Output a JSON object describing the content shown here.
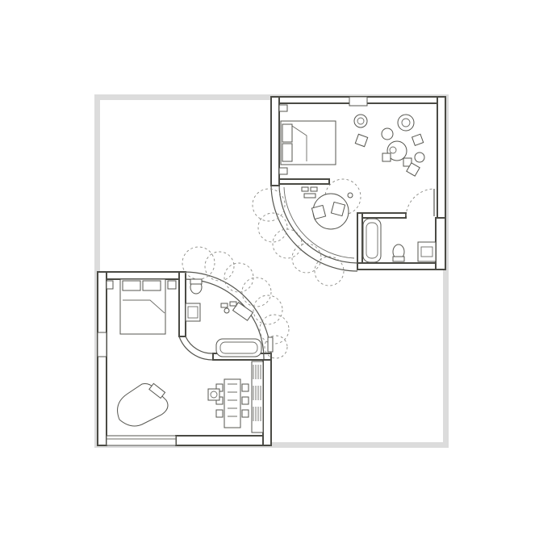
{
  "plan": {
    "rooms": [
      {
        "id": "upper-right-unit",
        "fixtures": [
          "bed",
          "round-table",
          "chairs",
          "lounge-chairs",
          "bathtub",
          "toilet",
          "sink",
          "curved-window-seat"
        ]
      },
      {
        "id": "lower-left-unit",
        "fixtures": [
          "bed",
          "grand-piano",
          "dining-table",
          "chairs",
          "bathtub",
          "toilet",
          "sink",
          "bookshelf",
          "curved-bath-wall"
        ]
      }
    ],
    "colors": {
      "wall": "#4a4a44",
      "outline": "#dcdcdc",
      "background": "#ffffff",
      "dashed": "#8a8a85"
    }
  }
}
